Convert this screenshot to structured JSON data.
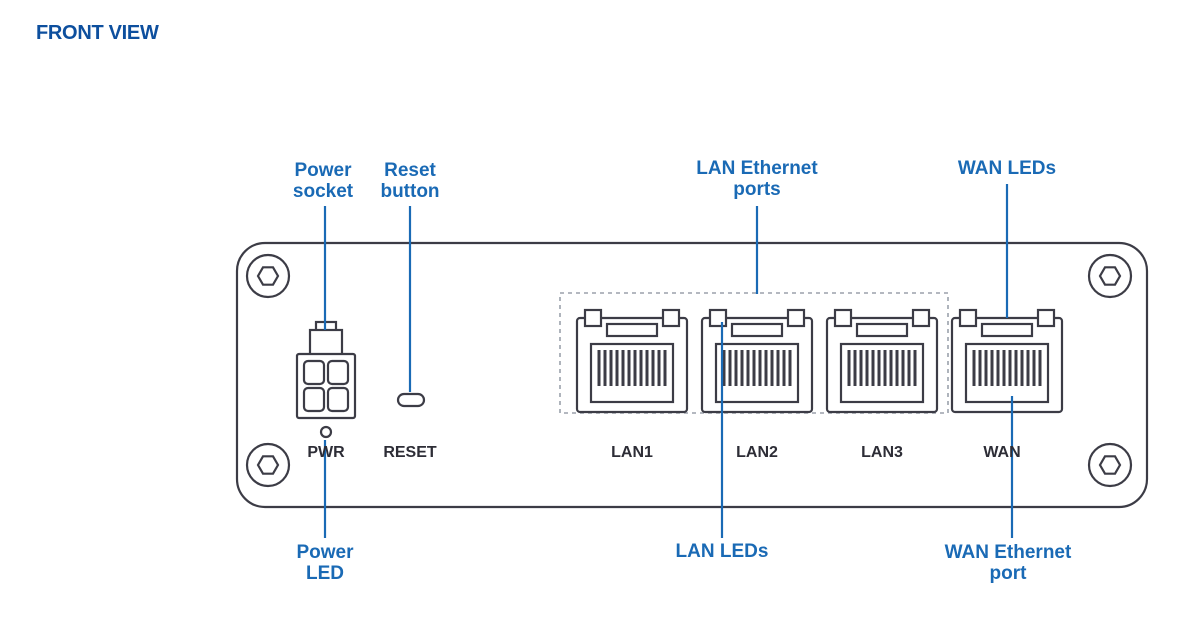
{
  "title": "FRONT VIEW",
  "colors": {
    "accent": "#1a6ab5",
    "title": "#0d4f9e",
    "outline": "#3c3c46",
    "dashed": "#9ba1ab",
    "label": "#2d2d36"
  },
  "callouts": {
    "power_socket": "Power\nsocket",
    "reset_button": "Reset\nbutton",
    "lan_ethernet_ports": "LAN Ethernet\nports",
    "wan_leds": "WAN LEDs",
    "power_led": "Power\nLED",
    "lan_leds": "LAN LEDs",
    "wan_ethernet_port": "WAN Ethernet\nport"
  },
  "device_labels": {
    "pwr": "PWR",
    "reset": "RESET",
    "ports": [
      "LAN1",
      "LAN2",
      "LAN3",
      "WAN"
    ]
  }
}
